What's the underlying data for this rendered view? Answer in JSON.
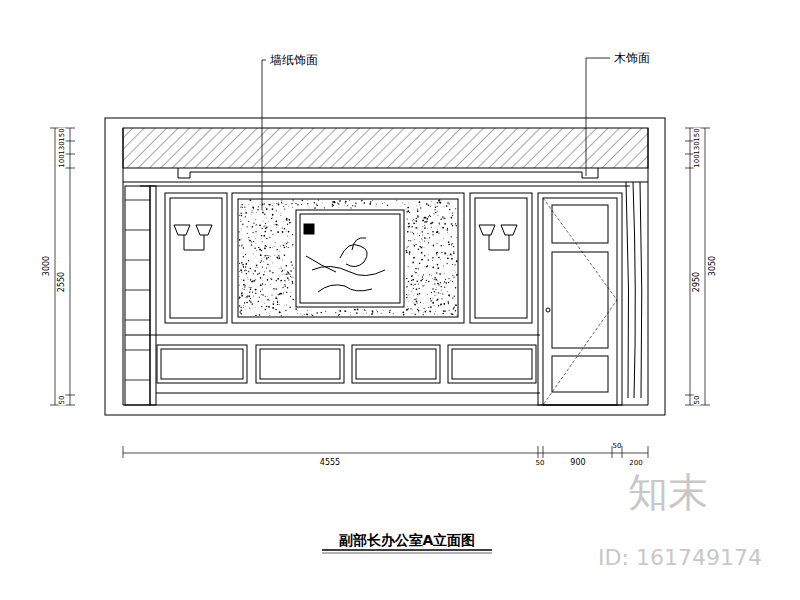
{
  "diagram": {
    "title": "副部长办公室A立面图",
    "labels": [
      "墙纸饰面",
      "木饰面",
      "150",
      "130",
      "100",
      "3000",
      "2550",
      "50",
      "150",
      "130",
      "100",
      "3050",
      "2950",
      "50",
      "4555",
      "50",
      "900",
      "50",
      "200",
      "知末",
      "ID: 161749174"
    ]
  }
}
